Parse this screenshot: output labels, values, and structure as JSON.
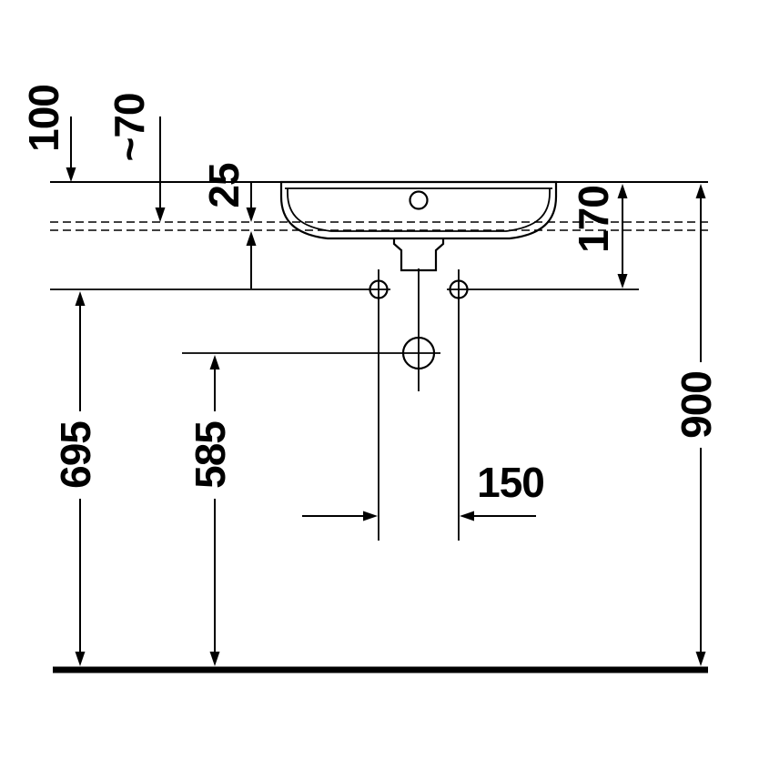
{
  "page": {
    "background": "#ffffff",
    "line_color": "#000000",
    "description": "Wall-mounted washbasin front elevation installation drawing with dimensions"
  },
  "dimensions": {
    "d100": "100",
    "d70": "~70",
    "d25": "25",
    "d170": "170",
    "d900": "900",
    "d695": "695",
    "d585": "585",
    "d150": "150"
  }
}
